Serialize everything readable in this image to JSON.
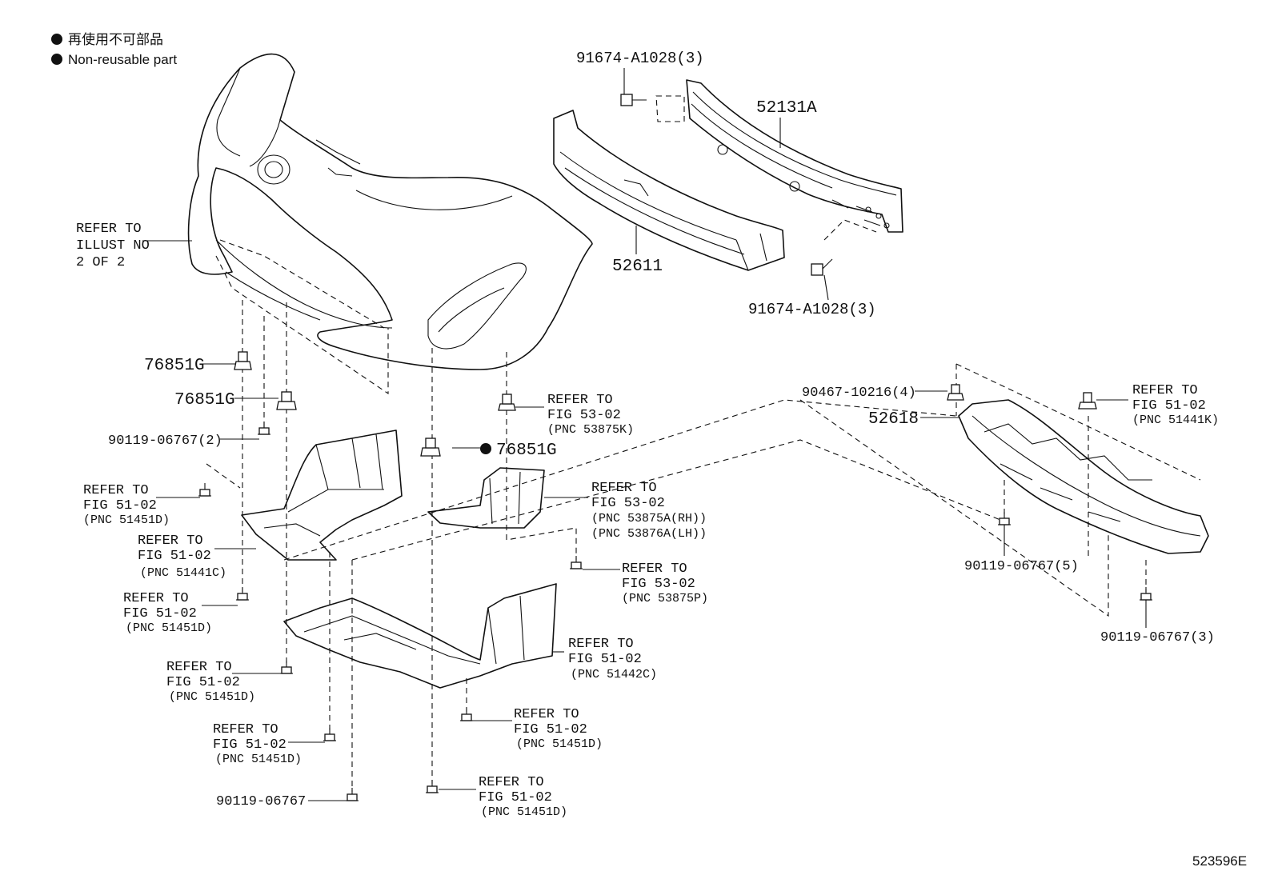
{
  "legend": {
    "line_jp": "再使用不可部品",
    "line_en": "Non-reusable part"
  },
  "figure_id": "523596E",
  "labels": {
    "refer_illust": [
      "REFER TO",
      "ILLUST NO",
      "2 OF 2"
    ],
    "p_91674_top": "91674-A1028(3)",
    "p_52131A": "52131A",
    "p_52611": "52611",
    "p_91674_bottom": "91674-A1028(3)",
    "p_76851G_a": "76851G",
    "p_76851G_b": "76851G",
    "p_76851G_c": "76851G",
    "p_90119_2": "90119-06767(2)",
    "p_90467": "90467-10216(4)",
    "p_52618": "52618",
    "p_90119_5": "90119-06767(5)",
    "p_90119_3": "90119-06767(3)",
    "p_90119_single": "90119-06767",
    "ref_53875K": [
      "REFER TO",
      "FIG 53-02",
      "(PNC 53875K)"
    ],
    "ref_51441K": [
      "REFER TO",
      "FIG 51-02",
      "(PNC 51441K)"
    ],
    "ref_51451D_a": [
      "REFER TO",
      "FIG 51-02",
      "(PNC 51451D)"
    ],
    "ref_51441C": [
      "REFER TO",
      "FIG 51-02",
      "(PNC 51441C)"
    ],
    "ref_53875A": [
      "REFER TO",
      "FIG 53-02",
      "(PNC 53875A(RH))",
      "(PNC 53876A(LH))"
    ],
    "ref_53875P": [
      "REFER TO",
      "FIG 53-02",
      "(PNC 53875P)"
    ],
    "ref_51451D_b": [
      "REFER TO",
      "FIG 51-02",
      "(PNC 51451D)"
    ],
    "ref_51442C": [
      "REFER TO",
      "FIG 51-02",
      "(PNC 51442C)"
    ],
    "ref_51451D_c": [
      "REFER TO",
      "FIG 51-02",
      "(PNC 51451D)"
    ],
    "ref_51451D_d": [
      "REFER TO",
      "FIG 51-02",
      "(PNC 51451D)"
    ],
    "ref_51451D_e": [
      "REFER TO",
      "FIG 51-02",
      "(PNC 51451D)"
    ],
    "ref_51451D_f": [
      "REFER TO",
      "FIG 51-02",
      "(PNC 51451D)"
    ]
  }
}
